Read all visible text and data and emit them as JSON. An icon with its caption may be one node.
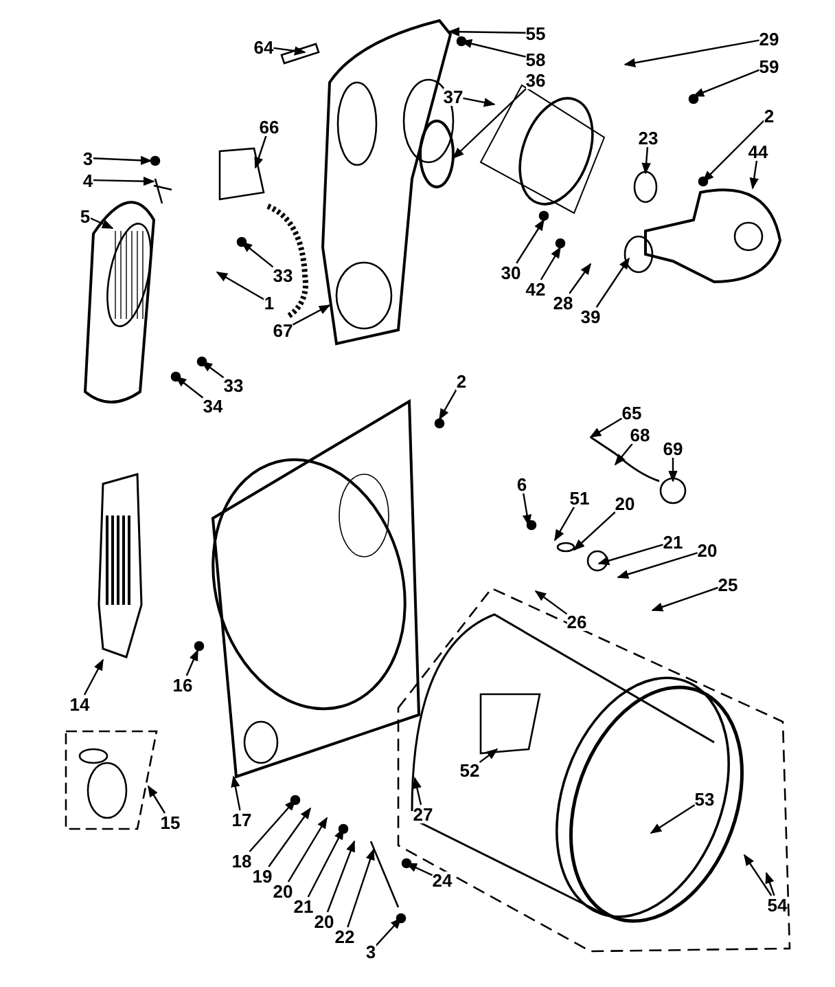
{
  "diagram": {
    "nodes": [
      {
        "text": [
          "64"
        ]
      },
      {
        "text": [
          "66"
        ]
      },
      {
        "text": [
          "55"
        ]
      },
      {
        "text": [
          "58"
        ]
      },
      {
        "text": [
          "36"
        ]
      },
      {
        "text": [
          "29"
        ]
      },
      {
        "text": [
          "59"
        ]
      },
      {
        "text": [
          "37"
        ]
      },
      {
        "text": [
          "3"
        ]
      },
      {
        "text": [
          "4"
        ]
      },
      {
        "text": [
          "23"
        ]
      },
      {
        "text": [
          "2"
        ]
      },
      {
        "text": [
          "44"
        ]
      },
      {
        "text": [
          "5"
        ]
      },
      {
        "text": [
          "33"
        ]
      },
      {
        "text": [
          "1"
        ]
      },
      {
        "text": [
          "67"
        ]
      },
      {
        "text": [
          "30"
        ]
      },
      {
        "text": [
          "42"
        ]
      },
      {
        "text": [
          "28"
        ]
      },
      {
        "text": [
          "39"
        ]
      },
      {
        "text": [
          "33"
        ]
      },
      {
        "text": [
          "34"
        ]
      },
      {
        "text": [
          "2"
        ]
      },
      {
        "text": [
          "65"
        ]
      },
      {
        "text": [
          "68"
        ]
      },
      {
        "text": [
          "69"
        ]
      },
      {
        "text": [
          "6"
        ]
      },
      {
        "text": [
          "51"
        ]
      },
      {
        "text": [
          "20"
        ]
      },
      {
        "text": [
          "21"
        ]
      },
      {
        "text": [
          "20"
        ]
      },
      {
        "text": [
          "25"
        ]
      },
      {
        "text": [
          "26"
        ]
      },
      {
        "text": [
          "14"
        ]
      },
      {
        "text": [
          "16"
        ]
      },
      {
        "text": [
          "52"
        ]
      },
      {
        "text": [
          "53"
        ]
      },
      {
        "text": [
          "15"
        ]
      },
      {
        "text": [
          "17"
        ]
      },
      {
        "text": [
          "27"
        ]
      },
      {
        "text": [
          "18"
        ]
      },
      {
        "text": [
          "19"
        ]
      },
      {
        "text": [
          "20"
        ]
      },
      {
        "text": [
          "21"
        ]
      },
      {
        "text": [
          "20"
        ]
      },
      {
        "text": [
          "22"
        ]
      },
      {
        "text": [
          "24"
        ]
      },
      {
        "text": [
          "3"
        ]
      },
      {
        "text": [
          "54"
        ]
      }
    ],
    "edges": [
      {
        "from": 0,
        "to": null,
        "arrow": "to"
      },
      {
        "from": 1,
        "to": null,
        "arrow": "to"
      },
      {
        "from": 2,
        "to": null,
        "arrow": "to"
      },
      {
        "from": 3,
        "to": null,
        "arrow": "to"
      },
      {
        "from": 4,
        "to": null,
        "arrow": "to"
      },
      {
        "from": 5,
        "to": null,
        "arrow": "to"
      },
      {
        "from": 6,
        "to": null,
        "arrow": "to"
      },
      {
        "from": 7,
        "to": null,
        "arrow": "to"
      },
      {
        "from": 8,
        "to": null,
        "arrow": "to"
      },
      {
        "from": 9,
        "to": null,
        "arrow": "to"
      },
      {
        "from": 10,
        "to": null,
        "arrow": "to"
      },
      {
        "from": 11,
        "to": null,
        "arrow": "to"
      },
      {
        "from": 12,
        "to": null,
        "arrow": "to"
      },
      {
        "from": 13,
        "to": null,
        "arrow": "to"
      },
      {
        "from": 14,
        "to": null,
        "arrow": "to"
      },
      {
        "from": 15,
        "to": null,
        "arrow": "to"
      },
      {
        "from": 16,
        "to": null,
        "arrow": "to"
      },
      {
        "from": 17,
        "to": null,
        "arrow": "to"
      },
      {
        "from": 18,
        "to": null,
        "arrow": "to"
      },
      {
        "from": 19,
        "to": null,
        "arrow": "to"
      },
      {
        "from": 20,
        "to": null,
        "arrow": "to"
      },
      {
        "from": 21,
        "to": null,
        "arrow": "to"
      },
      {
        "from": 22,
        "to": null,
        "arrow": "to"
      },
      {
        "from": 23,
        "to": null,
        "arrow": "to"
      },
      {
        "from": 24,
        "to": null,
        "arrow": "to"
      },
      {
        "from": 25,
        "to": null,
        "arrow": "to"
      },
      {
        "from": 26,
        "to": null,
        "arrow": "to"
      },
      {
        "from": 27,
        "to": null,
        "arrow": "to"
      },
      {
        "from": 28,
        "to": null,
        "arrow": "to"
      },
      {
        "from": 29,
        "to": null,
        "arrow": "to"
      },
      {
        "from": 30,
        "to": null,
        "arrow": "to"
      },
      {
        "from": 31,
        "to": null,
        "arrow": "to"
      },
      {
        "from": 32,
        "to": null,
        "arrow": "to"
      },
      {
        "from": 33,
        "to": null,
        "arrow": "to"
      },
      {
        "from": 34,
        "to": null,
        "arrow": "to"
      },
      {
        "from": 35,
        "to": null,
        "arrow": "to"
      },
      {
        "from": 36,
        "to": null,
        "arrow": "to"
      },
      {
        "from": 37,
        "to": null,
        "arrow": "to"
      },
      {
        "from": 38,
        "to": null,
        "arrow": "to"
      },
      {
        "from": 39,
        "to": null,
        "arrow": "to"
      },
      {
        "from": 40,
        "to": null,
        "arrow": "to"
      },
      {
        "from": 41,
        "to": null,
        "arrow": "to"
      },
      {
        "from": 42,
        "to": null,
        "arrow": "to"
      },
      {
        "from": 43,
        "to": null,
        "arrow": "to"
      },
      {
        "from": 44,
        "to": null,
        "arrow": "to"
      },
      {
        "from": 45,
        "to": null,
        "arrow": "to"
      },
      {
        "from": 46,
        "to": null,
        "arrow": "to"
      },
      {
        "from": 47,
        "to": null,
        "arrow": "to"
      },
      {
        "from": 48,
        "to": null,
        "arrow": "to"
      },
      {
        "from": 49,
        "to": null,
        "arrow": "to"
      },
      {
        "from": 49,
        "to": null,
        "arrow": "to"
      }
    ]
  }
}
